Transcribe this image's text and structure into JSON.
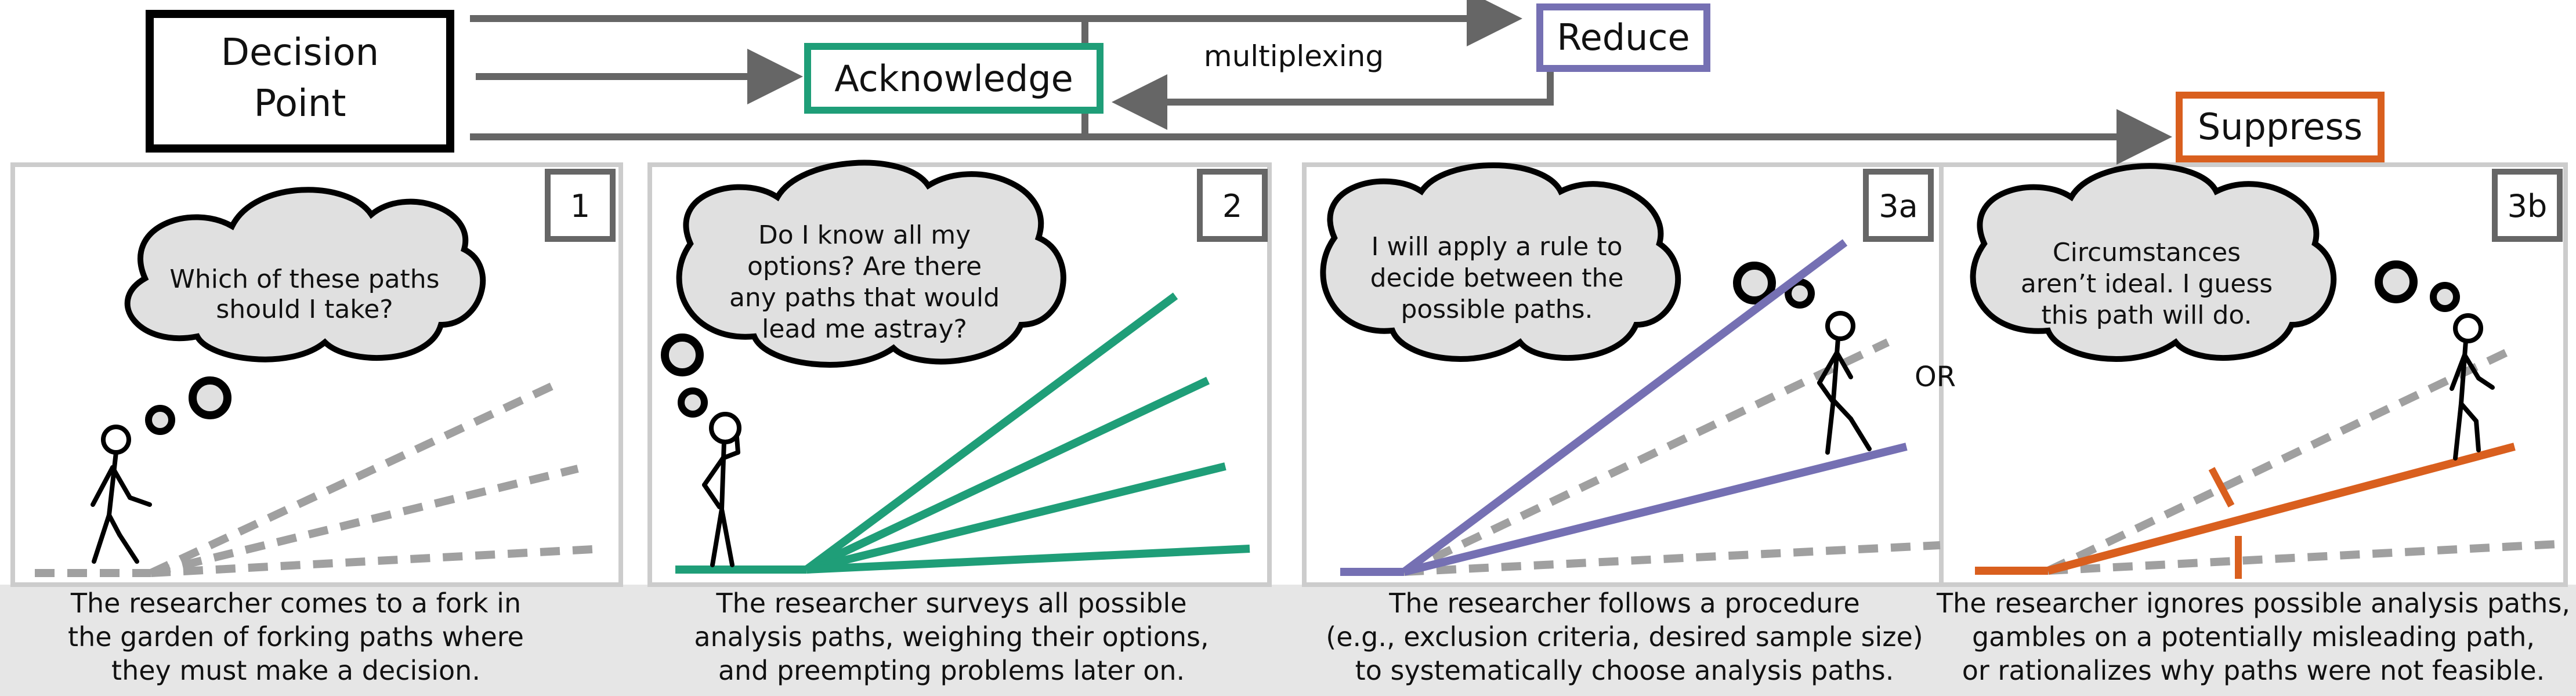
{
  "flow": {
    "decision_point": [
      "Decision",
      "Point"
    ],
    "acknowledge": "Acknowledge",
    "reduce": "Reduce",
    "suppress": "Suppress",
    "multiplexing": "multiplexing"
  },
  "colors": {
    "acknowledge": "#1f9e78",
    "reduce": "#7570b3",
    "suppress": "#d95f1e",
    "neutral": "#a0a0a0",
    "frame": "#cccccc",
    "caption_bg": "#e6e6e6",
    "cloud": "#e0e0e0"
  },
  "panels": [
    {
      "number": "1",
      "thought": [
        "Which of these paths",
        "should I take?"
      ],
      "caption": [
        "The researcher comes to a fork in",
        "the garden of forking paths where",
        "they must make a decision."
      ]
    },
    {
      "number": "2",
      "thought": [
        "Do I know all my",
        "options? Are there",
        "any paths that would",
        "lead me astray?"
      ],
      "caption": [
        "The researcher surveys all possible",
        "analysis paths, weighing their options,",
        "and preempting problems later on."
      ]
    },
    {
      "number": "3a",
      "thought": [
        "I will apply a rule to",
        "decide between the",
        "possible paths."
      ],
      "caption": [
        "The researcher follows a procedure",
        "(e.g., exclusion criteria, desired sample size)",
        "to systematically choose analysis paths."
      ]
    },
    {
      "number": "3b",
      "thought": [
        "Circumstances",
        "aren’t ideal. I guess",
        "this path will do."
      ],
      "caption": [
        "The researcher ignores possible analysis paths,",
        "gambles on a potentially misleading path,",
        "or rationalizes why paths were not feasible."
      ]
    }
  ],
  "or_label": "OR"
}
